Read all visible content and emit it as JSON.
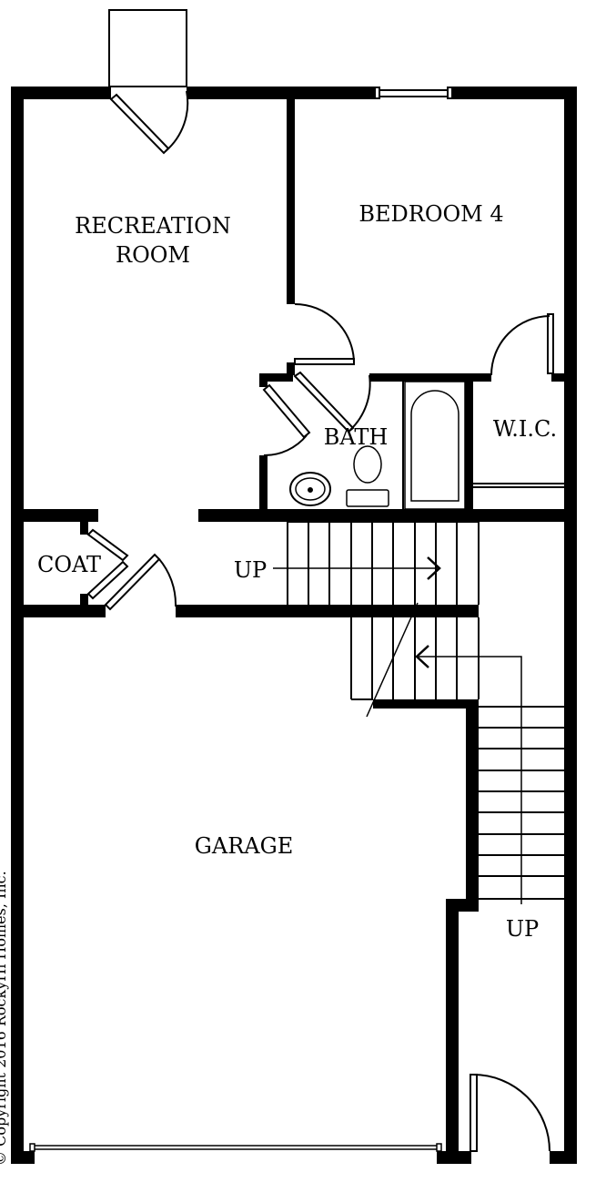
{
  "rooms": {
    "recreation_line1": "RECREATION",
    "recreation_line2": "ROOM",
    "bedroom4": "BEDROOM 4",
    "bath": "BATH",
    "wic": "W.I.C.",
    "coat": "COAT",
    "garage": "GARAGE"
  },
  "stairs": {
    "up_upper": "UP",
    "up_lower": "UP"
  },
  "copyright": "© Copyright 2016 RockyHi Homes, Inc."
}
